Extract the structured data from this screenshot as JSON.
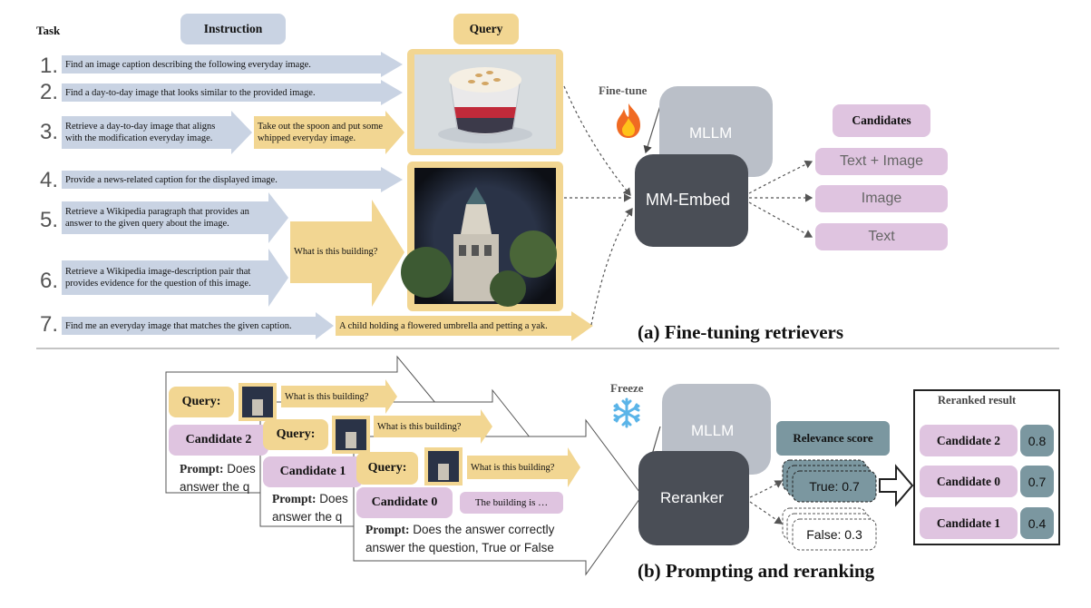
{
  "top": {
    "task_header": "Task",
    "instruction_header": "Instruction",
    "query_header": "Query",
    "tasks": [
      {
        "num": "1.",
        "text": "Find an image caption describing the following everyday image."
      },
      {
        "num": "2.",
        "text": "Find a day-to-day image that looks similar to the provided image."
      },
      {
        "num": "3.",
        "text": "Retrieve a day-to-day image that aligns with the modification everyday image."
      },
      {
        "num": "4.",
        "text": "Provide a news-related caption for the displayed image."
      },
      {
        "num": "5.",
        "text": "Retrieve a Wikipedia paragraph that provides an answer to the given query about the image."
      },
      {
        "num": "6.",
        "text": "Retrieve a Wikipedia image-description pair that provides evidence for the question of this image."
      },
      {
        "num": "7.",
        "text": "Find me an everyday image that matches the given caption."
      }
    ],
    "query_texts": {
      "task3": "Take out the spoon and put some whipped everyday image.",
      "task56": "What is this building?",
      "task7": "A child holding a flowered umbrella and petting a yak."
    },
    "fine_tune_label": "Fine-tune",
    "mllm_label": "MLLM",
    "mm_embed_label": "MM-Embed",
    "candidates_header": "Candidates",
    "candidates": [
      "Text + Image",
      "Image",
      "Text"
    ],
    "caption": "(a) Fine-tuning retrievers"
  },
  "bottom": {
    "freeze_label": "Freeze",
    "mllm_label": "MLLM",
    "reranker_label": "Reranker",
    "relevance_label": "Relevance score",
    "true_score": "True: 0.7",
    "false_score": "False: 0.3",
    "query_label": "Query:",
    "query_question": "What is this building?",
    "cards": [
      {
        "candidate": "Candidate 2",
        "prompt_bold": "Prompt:",
        "prompt_text": "Does",
        "prompt_line2": "answer the q"
      },
      {
        "candidate": "Candidate 1",
        "prompt_bold": "Prompt:",
        "prompt_text": "Does",
        "prompt_line2": "answer the q"
      },
      {
        "candidate": "Candidate 0",
        "answer": "The building is …",
        "prompt_bold": "Prompt:",
        "prompt_text": "Does the answer correctly",
        "prompt_line2": "answer the question, True or False"
      }
    ],
    "reranked_header": "Reranked result",
    "reranked": [
      {
        "name": "Candidate 2",
        "score": "0.8"
      },
      {
        "name": "Candidate 0",
        "score": "0.7"
      },
      {
        "name": "Candidate 1",
        "score": "0.4"
      }
    ],
    "caption": "(b) Prompting and reranking"
  },
  "colors": {
    "instruction_blue": "#c9d3e3",
    "query_yellow": "#f2d692",
    "candidate_purple": "#dfc4e0",
    "mllm_gray": "#babfc8",
    "model_dark": "#4a4e56",
    "score_teal": "#7b97a0"
  }
}
